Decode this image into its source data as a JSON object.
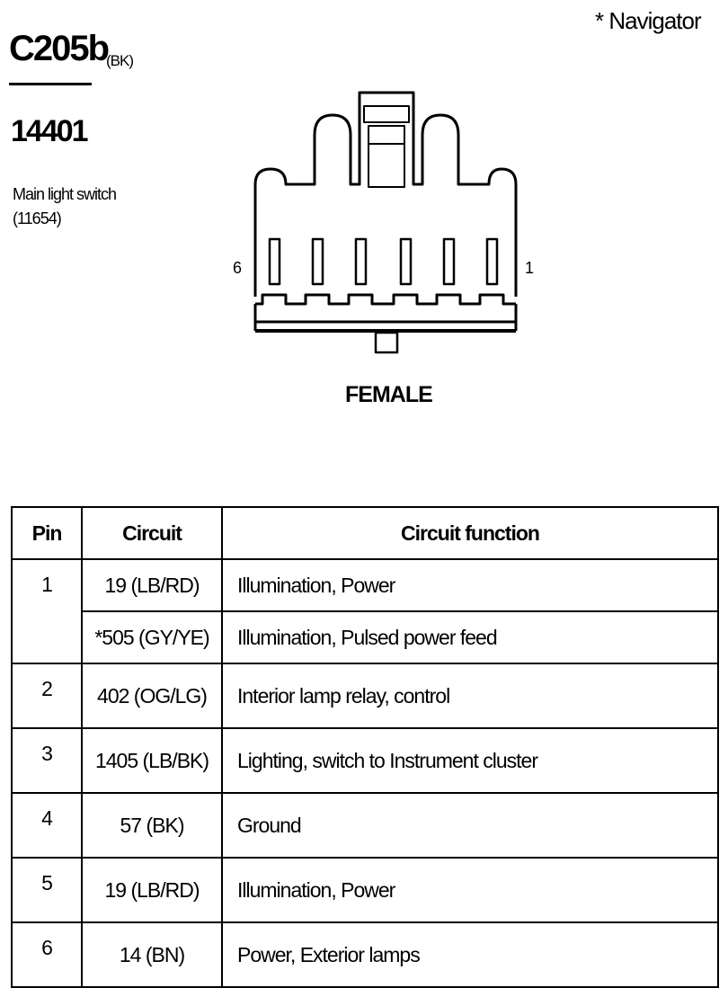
{
  "note": "* Navigator",
  "connector": {
    "id": "C205b",
    "color": "(BK)",
    "part_number": "14401",
    "description": [
      "Main light switch",
      "(11654)"
    ],
    "gender": "FEMALE",
    "pin_left_label": "6",
    "pin_right_label": "1"
  },
  "table": {
    "headers": {
      "pin": "Pin",
      "circuit": "Circuit",
      "function": "Circuit function"
    },
    "rows": [
      {
        "pin": "1",
        "circuit": "19 (LB/RD)",
        "function": "Illumination, Power"
      },
      {
        "pin": "",
        "circuit": "*505 (GY/YE)",
        "function": "Illumination, Pulsed power feed"
      },
      {
        "pin": "2",
        "circuit": "402 (OG/LG)",
        "function": "Interior lamp relay, control"
      },
      {
        "pin": "3",
        "circuit": "1405 (LB/BK)",
        "function": "Lighting, switch to Instrument cluster"
      },
      {
        "pin": "4",
        "circuit": "57 (BK)",
        "function": "Ground"
      },
      {
        "pin": "5",
        "circuit": "19 (LB/RD)",
        "function": "Illumination, Power"
      },
      {
        "pin": "6",
        "circuit": "14 (BN)",
        "function": "Power, Exterior lamps"
      }
    ]
  }
}
